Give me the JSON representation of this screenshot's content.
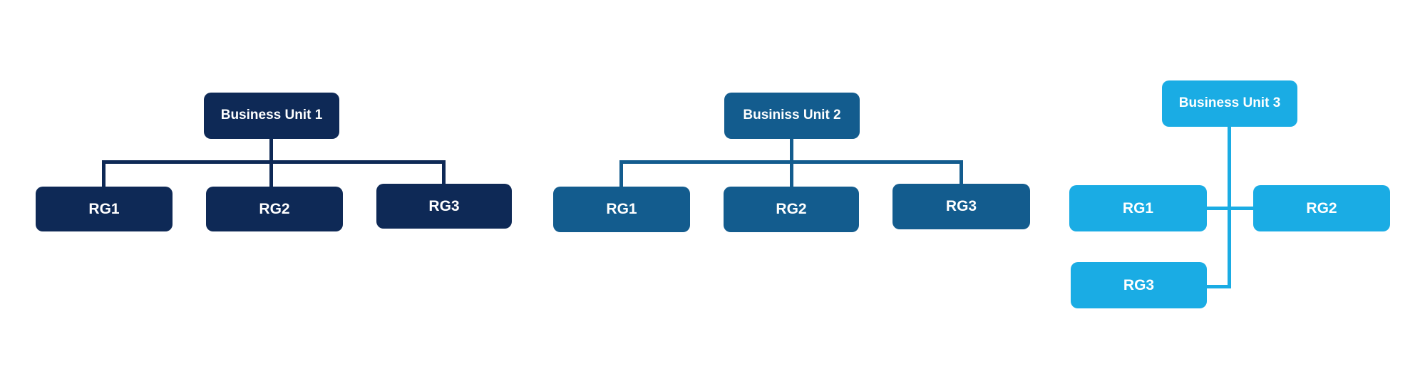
{
  "colors": {
    "background": "#FFFFFF",
    "text": "#FFFFFF",
    "group1_navy": "#0E2956",
    "group2_blue": "#135C8E",
    "group3_light_blue": "#1AACE4"
  },
  "diagram": {
    "type": "org-chart",
    "groups": [
      {
        "unit_label": "Business Unit 1",
        "color": "#0E2956",
        "layout": "top-down-tree",
        "children": [
          "RG1",
          "RG2",
          "RG3"
        ]
      },
      {
        "unit_label": "Businiss Unit 2",
        "color": "#135C8E",
        "layout": "top-down-tree",
        "children": [
          "RG1",
          "RG2",
          "RG3"
        ]
      },
      {
        "unit_label": "Business Unit 3",
        "color": "#1AACE4",
        "layout": "central-spine-cross",
        "children": [
          "RG1",
          "RG2",
          "RG3"
        ]
      }
    ]
  }
}
